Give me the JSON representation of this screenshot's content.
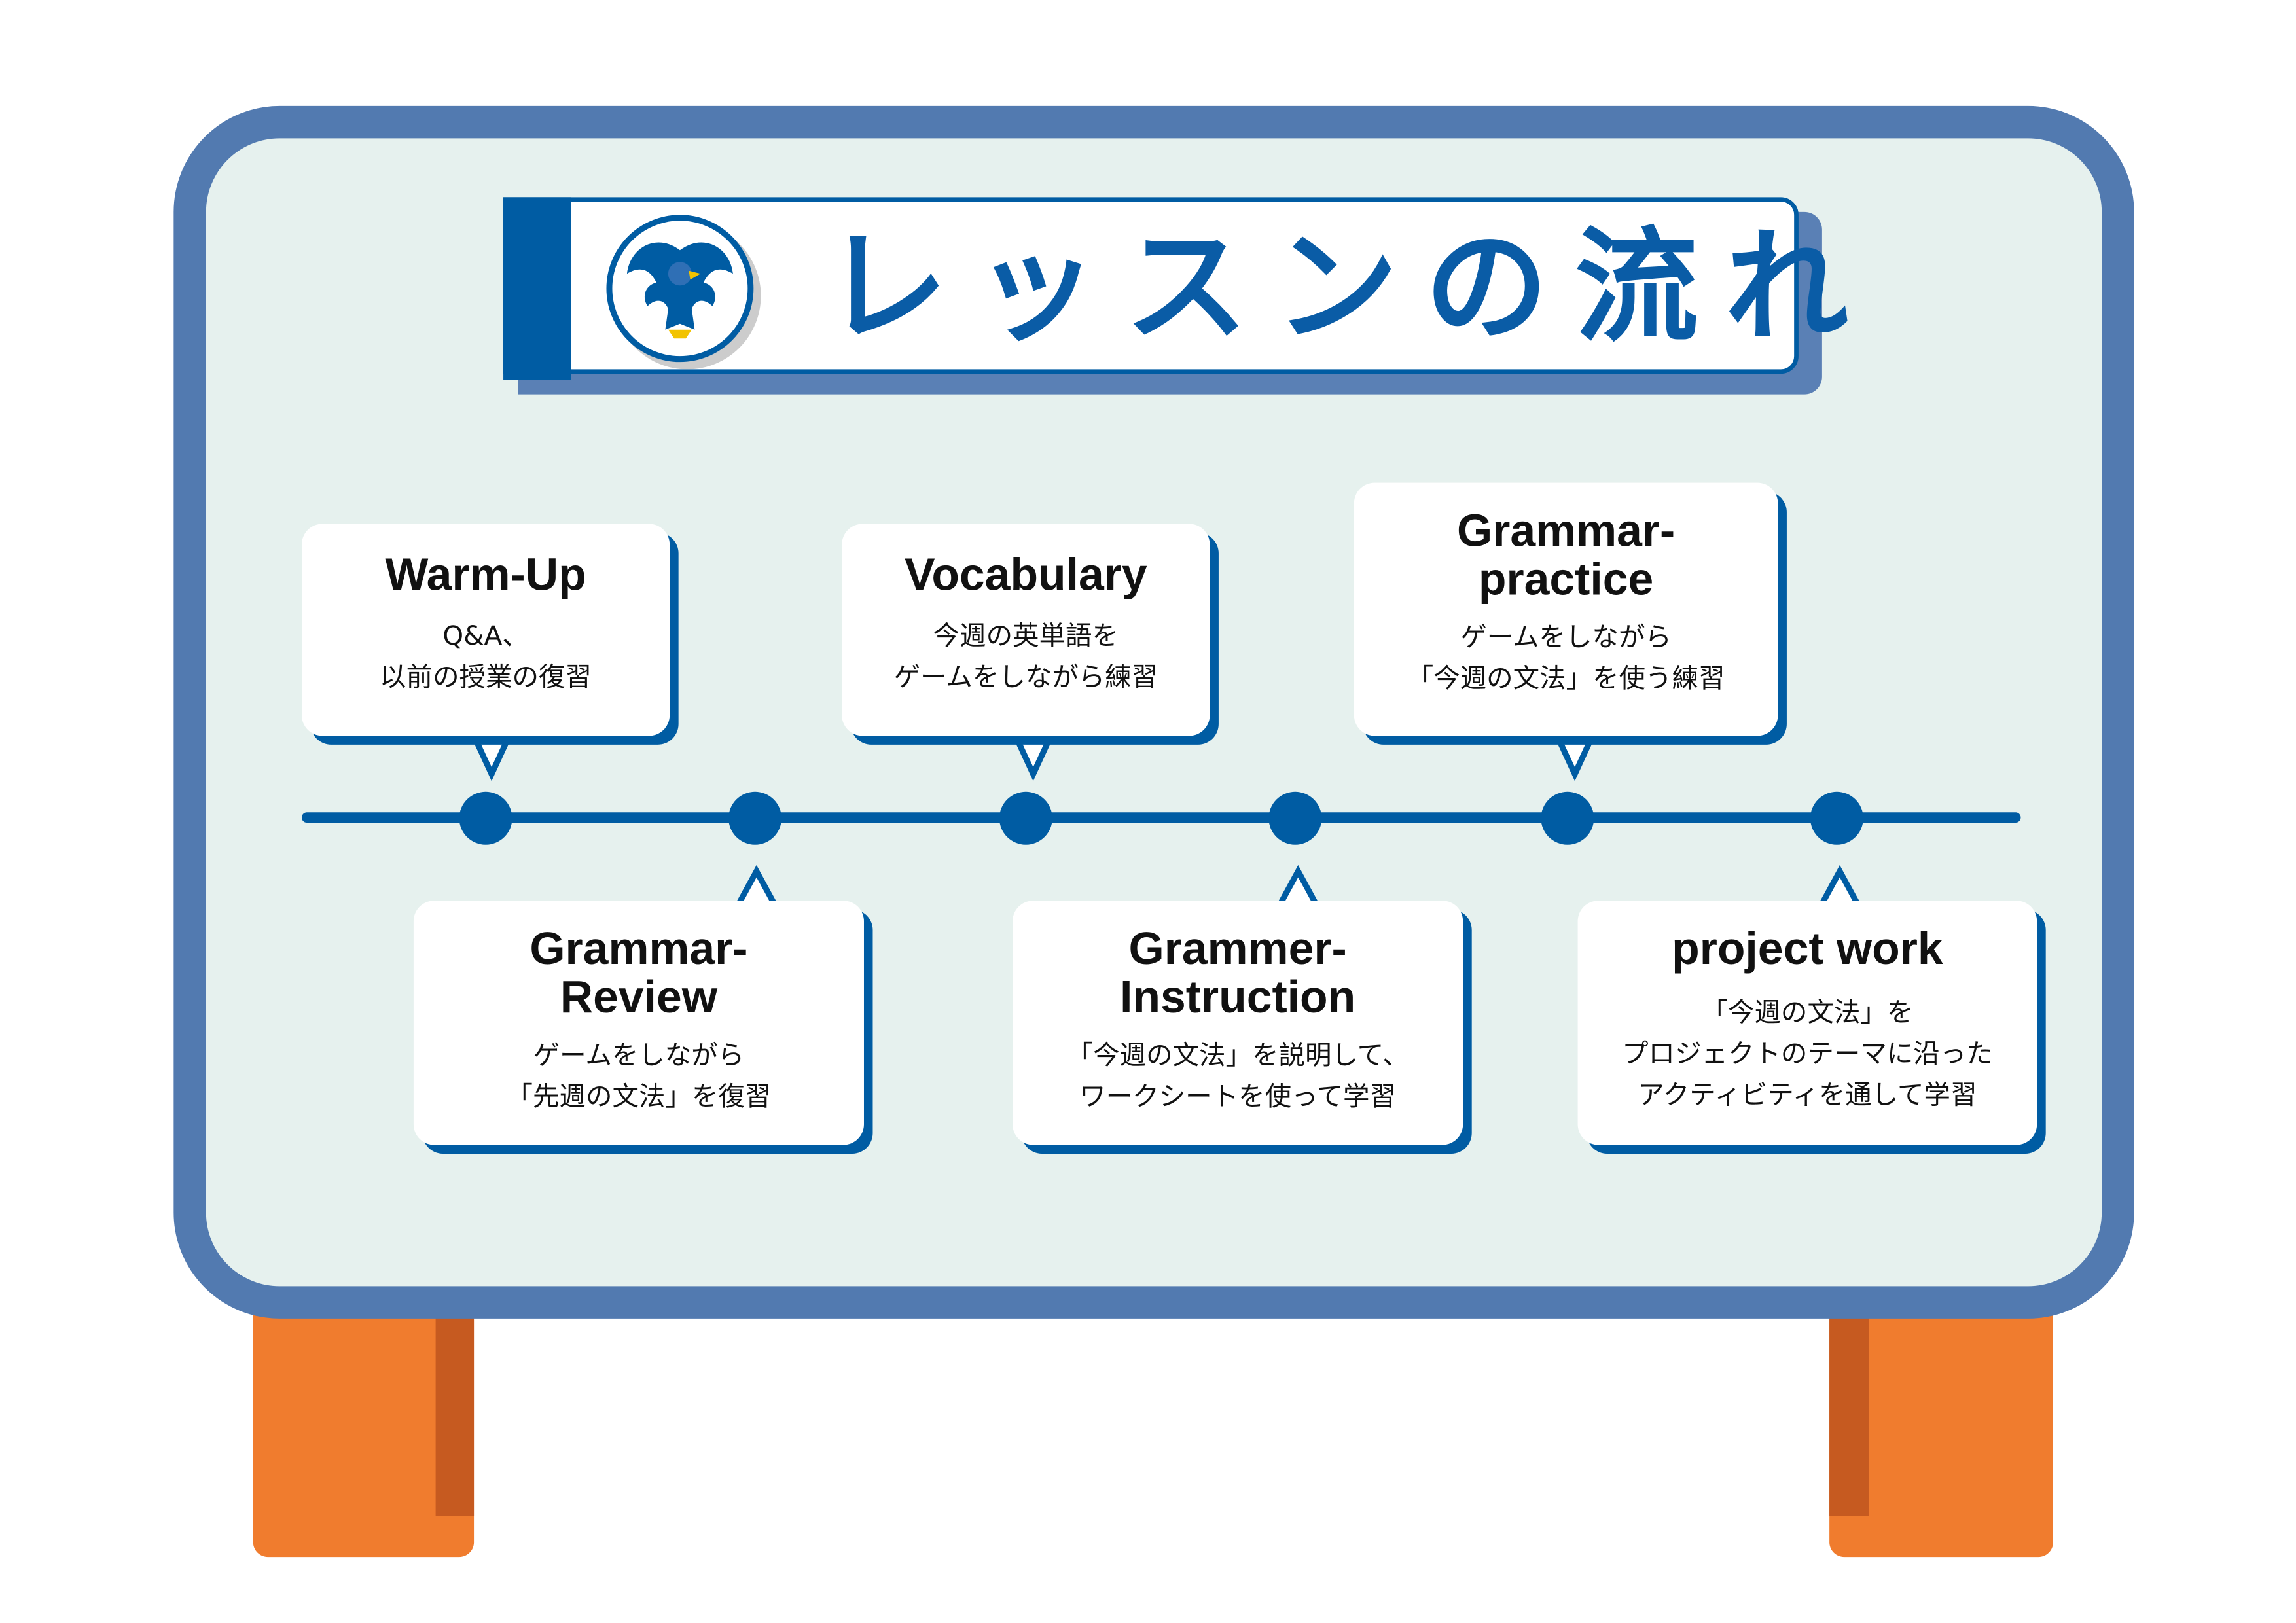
{
  "title": "レッスンの流れ",
  "colors": {
    "primary": "#005ca3",
    "board_border": "#527ab0",
    "board_fill": "#e6f1ee",
    "leg": "#f07c2e"
  },
  "logo_icon": "eagle-emblem",
  "steps": [
    {
      "title_lines": [
        "Warm-Up"
      ],
      "desc_lines": [
        "Q&A、",
        "以前の授業の復習"
      ]
    },
    {
      "title_lines": [
        "Grammar-",
        "Review"
      ],
      "desc_lines": [
        "ゲームをしながら",
        "「先週の文法」を復習"
      ]
    },
    {
      "title_lines": [
        "Vocabulary"
      ],
      "desc_lines": [
        "今週の英単語を",
        "ゲームをしながら練習"
      ]
    },
    {
      "title_lines": [
        "Grammer-",
        "Instruction"
      ],
      "desc_lines": [
        "「今週の文法」を説明して、",
        "ワークシートを使って学習"
      ]
    },
    {
      "title_lines": [
        "Grammar-",
        "practice"
      ],
      "desc_lines": [
        "ゲームをしながら",
        "「今週の文法」を使う練習"
      ]
    },
    {
      "title_lines": [
        "project work"
      ],
      "desc_lines": [
        "「今週の文法」を",
        "プロジェクトのテーマに沿った",
        "アクティビティを通して学習"
      ]
    }
  ]
}
